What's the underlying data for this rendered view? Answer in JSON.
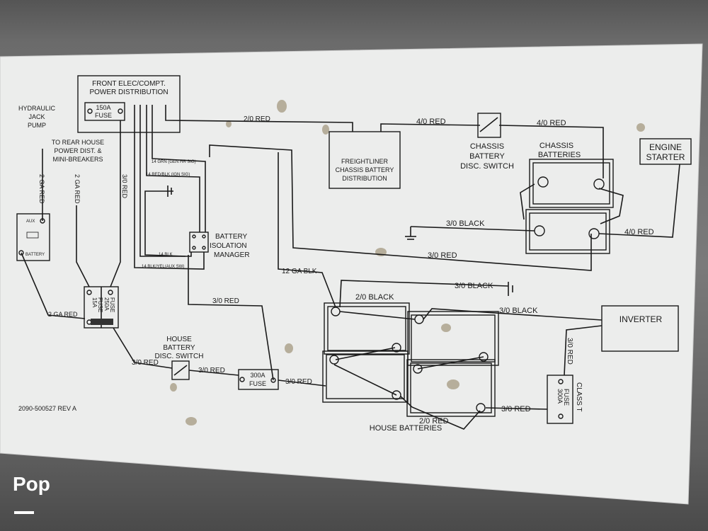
{
  "watermark": {
    "brand": "Pop"
  },
  "diagram": {
    "doc_number": "2090-500527 REV A",
    "components": {
      "front_dist": [
        "FRONT ELEC/COMPT.",
        "POWER DISTRIBUTION"
      ],
      "fuse_150": [
        "150A",
        "FUSE"
      ],
      "hydraulic": [
        "HYDRAULIC",
        "JACK",
        "PUMP"
      ],
      "rear_house": [
        "TO REAR HOUSE",
        "POWER DIST. &",
        "MINI-BREAKERS"
      ],
      "aux": "AUX",
      "battery_small": "BATTERY",
      "freightliner": [
        "FREIGHTLINER",
        "CHASSIS BATTERY",
        "DISTRIBUTION"
      ],
      "chassis_switch": [
        "CHASSIS",
        "BATTERY",
        "DISC. SWITCH"
      ],
      "chassis_batteries": [
        "CHASSIS",
        "BATTERIES"
      ],
      "engine_starter": [
        "ENGINE",
        "STARTER"
      ],
      "bim": [
        "BATTERY",
        "ISOLATION",
        "MANAGER"
      ],
      "fuse_15": [
        "15A",
        "FUSE"
      ],
      "fuse_250": [
        "250A",
        "FUSE"
      ],
      "house_switch": [
        "HOUSE",
        "BATTERY",
        "DISC. SWITCH"
      ],
      "fuse_300": [
        "300A",
        "FUSE"
      ],
      "house_batteries": "HOUSE BATTERIES",
      "inverter": "INVERTER",
      "fuse_300_class": [
        "300A",
        "FUSE"
      ],
      "class_t": "CLASS T"
    },
    "wire_labels": {
      "w1": "2/0 RED",
      "w2": "4/0 RED",
      "w3": "4/0 RED",
      "w4": "2 GA RED",
      "w5": "2 GA RED",
      "w6": "3/0 RED",
      "w7": "14 GRN (GEN HR SIG)",
      "w8": "14 RED/BLK (IGN SIG)",
      "w9": "14 BLK",
      "w10": "14 BLK/YEL(AUX SW)",
      "w11": "3/0 BLACK",
      "w12": "4/0 RED",
      "w13": "3/0 RED",
      "w14": "12 GA BLK",
      "w15": "3/0 BLACK",
      "w16": "2/0 BLACK",
      "w17": "3/0 RED",
      "w18": "3/0 BLACK",
      "w19": "2 GA RED",
      "w20": "3/0 RED",
      "w21": "3/0 RED",
      "w22": "3/0 RED",
      "w23": "3/0 RED",
      "w24": "2/0 RED",
      "w25": "3/0 RED"
    }
  }
}
